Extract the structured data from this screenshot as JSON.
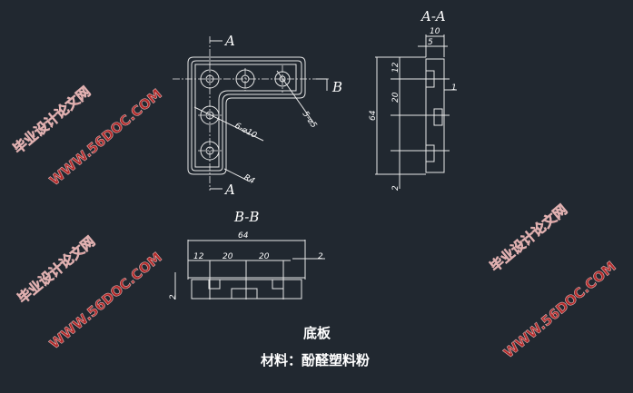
{
  "plan_view": {
    "section_mark_a": "A",
    "section_mark_b": "B",
    "hole_label_small": "5-⌀5",
    "hole_label_large": "6-⌀10",
    "radius_label": "R4"
  },
  "section_aa": {
    "title": "A-A",
    "dims": {
      "width": "10",
      "step": "5",
      "top": "12",
      "mid": "20",
      "overall": "64",
      "bottom": "2",
      "side": "1"
    }
  },
  "section_bb": {
    "title": "B-B",
    "dims": {
      "overall": "64",
      "first": "12",
      "second": "20",
      "third": "20",
      "edge": "2",
      "height": "2"
    }
  },
  "title_block": {
    "part_name": "底板",
    "material": "材料：酚醛塑料粉"
  },
  "watermarks": {
    "site_cn": "毕业设计论文网",
    "site_url": "WWW.56DOC.COM"
  },
  "colors": {
    "background": "#212830",
    "lines": "#e8e8e8",
    "watermark": "#b22a2a"
  }
}
